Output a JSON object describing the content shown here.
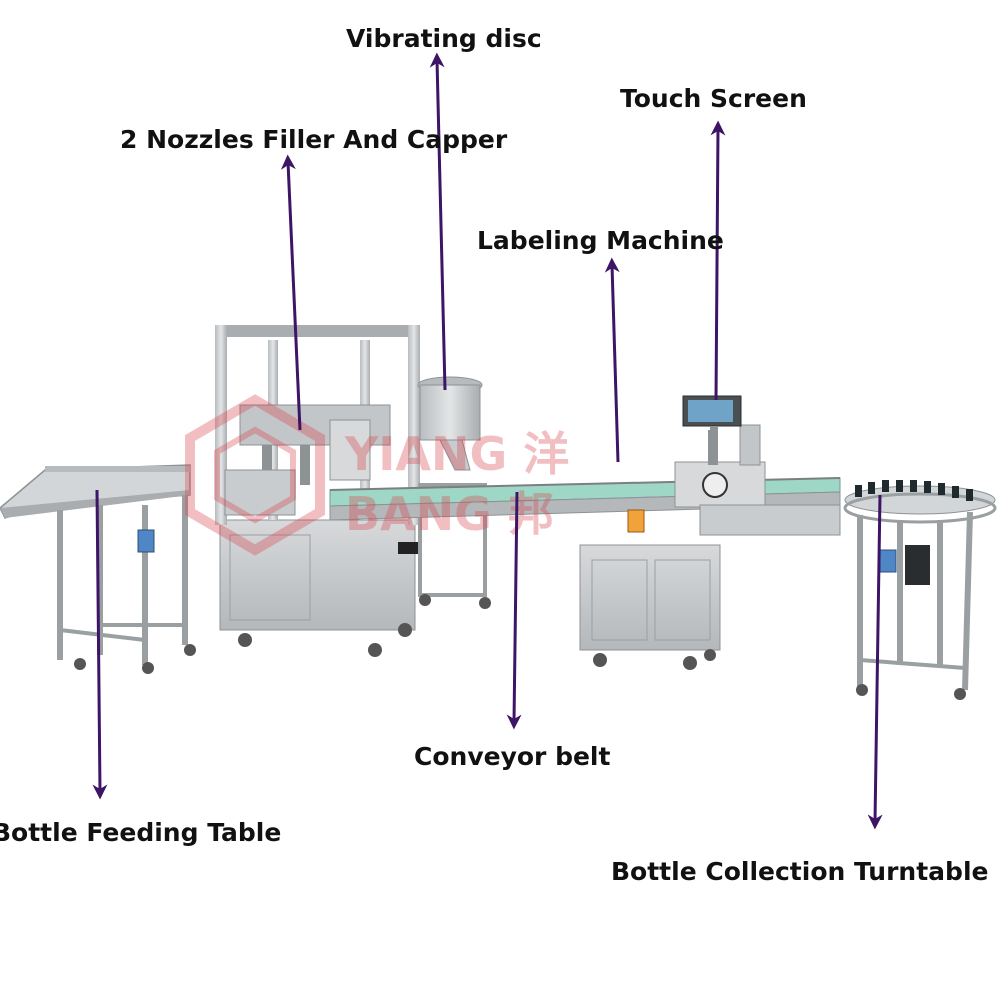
{
  "labels": {
    "vibrating_disc": "Vibrating disc",
    "touch_screen": "Touch Screen",
    "filler_capper": "2 Nozzles Filler And Capper",
    "labeling_machine": "Labeling Machine",
    "conveyor_belt": "Conveyor belt",
    "feeding_table": "Bottle Feeding Table",
    "collection_turntable": "Bottle Collection Turntable"
  },
  "watermark": {
    "line1": "YIANG 洋",
    "line2": "BANG 邦"
  },
  "colors": {
    "arrow": "#3d1466",
    "steel": "#c9ccce",
    "steel_dark": "#8d9295",
    "belt": "#9fd7c6",
    "watermark": "#d9484f"
  }
}
